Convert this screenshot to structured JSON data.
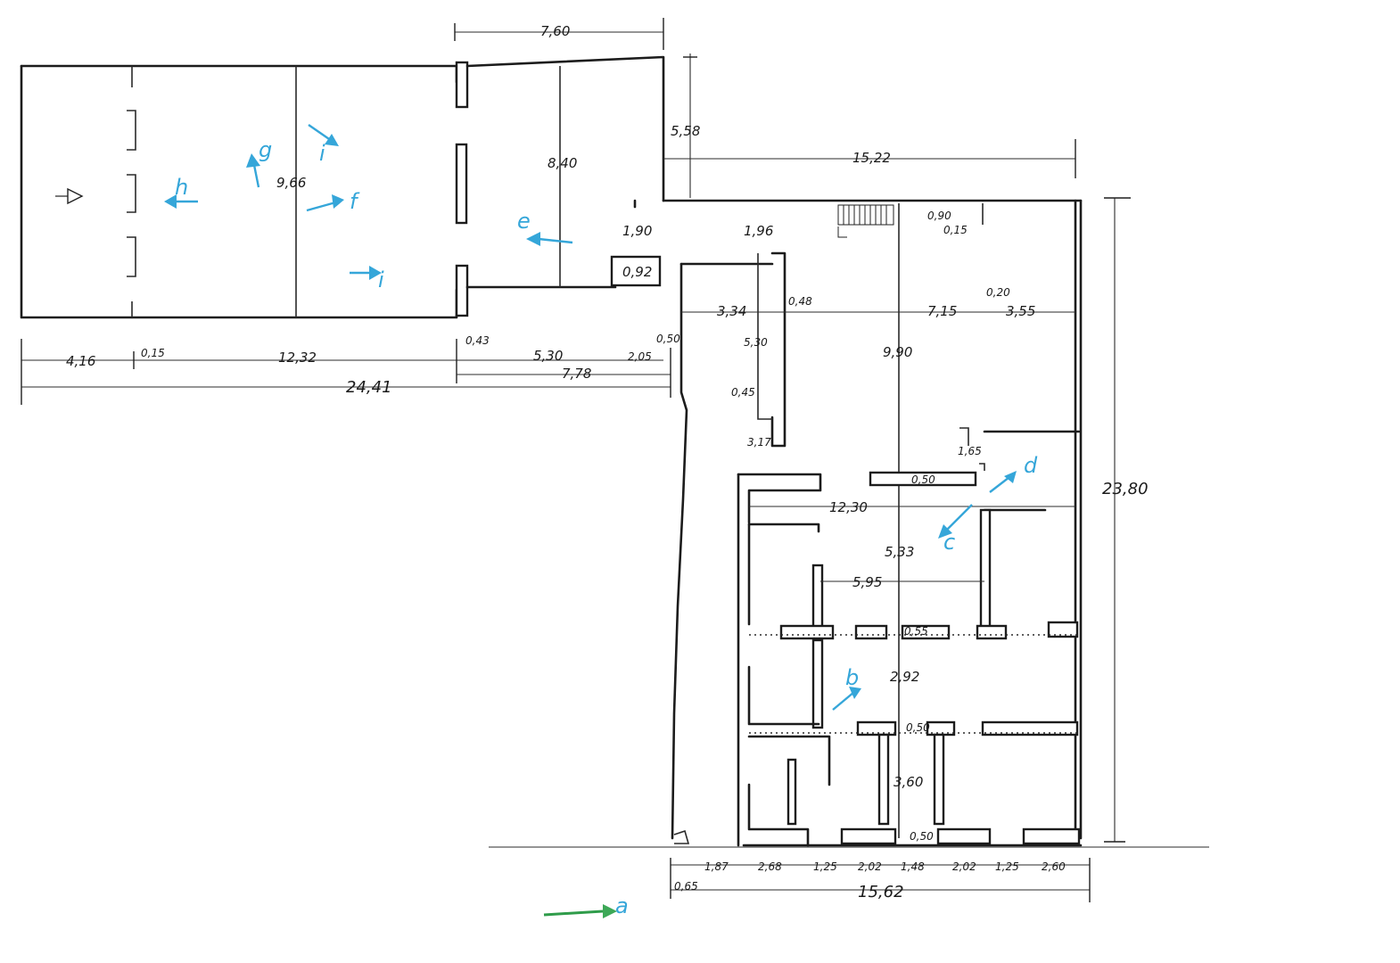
{
  "dimensions": {
    "d_760": "7,60",
    "d_558": "5,58",
    "d_1522": "15,22",
    "d_840": "8,40",
    "d_966": "9,66",
    "d_190": "1,90",
    "d_196": "1,96",
    "d_092": "0,92",
    "d_090": "0,90",
    "d_015_top": "0,15",
    "d_048": "0,48",
    "d_334": "3,34",
    "d_715": "7,15",
    "d_020": "0,20",
    "d_355": "3,55",
    "d_530_mid": "5,30",
    "d_990": "9,90",
    "d_045": "0,45",
    "d_317": "3,17",
    "d_165": "1,65",
    "d_050_upper": "0,50",
    "d_1230": "12,30",
    "d_2380": "23,80",
    "d_533": "5,33",
    "d_595": "5,95",
    "d_055": "0,55",
    "d_292": "2,92",
    "d_050_mid": "0,50",
    "d_360": "3,60",
    "d_050_low": "0,50",
    "d_416": "4,16",
    "d_015_left": "0,15",
    "d_1232": "12,32",
    "d_043": "0,43",
    "d_530_left": "5,30",
    "d_205": "2,05",
    "d_050_left": "0,50",
    "d_778": "7,78",
    "d_2441": "24,41",
    "d_065": "0,65",
    "d_187": "1,87",
    "d_268": "2,68",
    "d_125_a": "1,25",
    "d_202_a": "2,02",
    "d_148": "1,48",
    "d_202_b": "2,02",
    "d_125_b": "1,25",
    "d_260": "2,60",
    "d_1562": "15,62"
  },
  "view_markers": {
    "a": "a",
    "b": "b",
    "c": "c",
    "d": "d",
    "e": "e",
    "f": "f",
    "g": "g",
    "h": "h",
    "i": "i",
    "j": "i"
  },
  "colors": {
    "ink": "#1c1c1c",
    "marker_blue": "#35a6d9",
    "marker_green": "#3da857"
  }
}
